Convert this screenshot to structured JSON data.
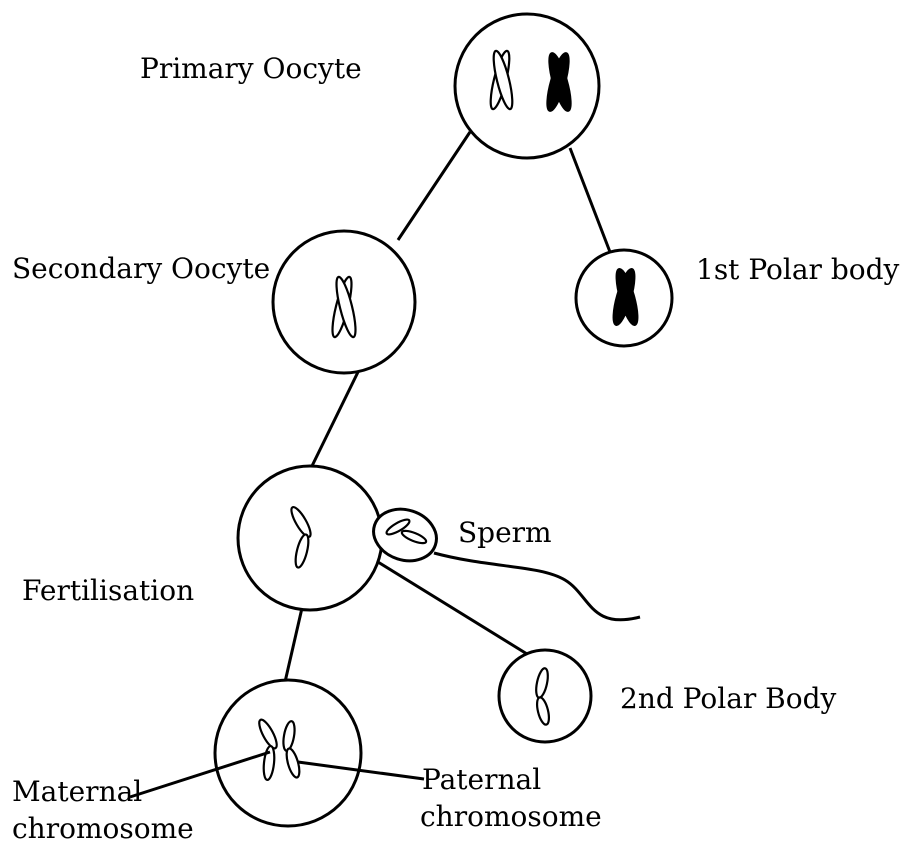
{
  "labels": {
    "primary_oocyte": "Primary Oocyte",
    "secondary_oocyte": "Secondary Oocyte",
    "first_polar_body": "1st Polar body",
    "sperm": "Sperm",
    "fertilisation": "Fertilisation",
    "second_polar_body": "2nd Polar Body",
    "maternal_chromosome": [
      "Maternal",
      "chromosome"
    ],
    "paternal_chromosome": [
      "Paternal",
      "chromosome"
    ]
  }
}
